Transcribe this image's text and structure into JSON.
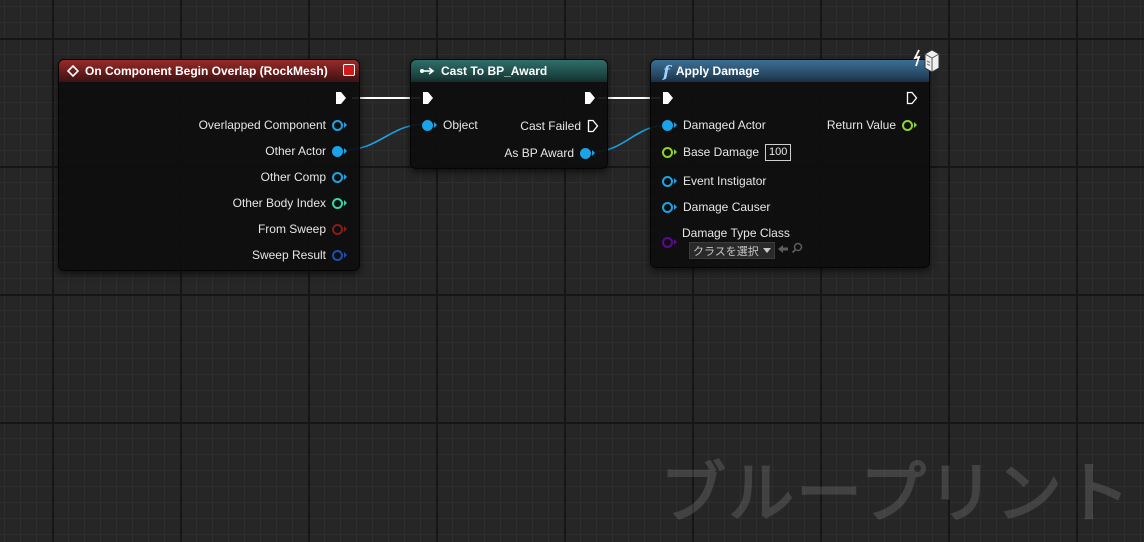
{
  "nodes": {
    "overlap": {
      "title": "On Component Begin Overlap (RockMesh)",
      "pins": {
        "overlapped_component": "Overlapped Component",
        "other_actor": "Other Actor",
        "other_comp": "Other Comp",
        "other_body_index": "Other Body Index",
        "from_sweep": "From Sweep",
        "sweep_result": "Sweep Result"
      }
    },
    "cast": {
      "title": "Cast To BP_Award",
      "pins": {
        "object": "Object",
        "cast_failed": "Cast Failed",
        "as_bp_award": "As BP Award"
      }
    },
    "apply_damage": {
      "title": "Apply Damage",
      "function_glyph": "f",
      "pins": {
        "damaged_actor": "Damaged Actor",
        "base_damage": "Base Damage",
        "base_damage_value": "100",
        "event_instigator": "Event Instigator",
        "damage_causer": "Damage Causer",
        "damage_type_class": "Damage Type Class",
        "class_select_placeholder": "クラスを選択",
        "return_value": "Return Value"
      }
    }
  },
  "watermark": "ブループリント",
  "icons": [
    "event-diamond-icon",
    "close-square-icon",
    "cast-arrow-icon",
    "function-icon",
    "server-cube-icon",
    "use-selected-arrow-icon",
    "browse-search-icon",
    "chevron-down-icon"
  ],
  "colors": {
    "exec": "#ffffff",
    "object": "#1aa3e8",
    "integer": "#2ed8a8",
    "bool": "#8a1b1b",
    "struct": "#1a4fb0",
    "float": "#8cd62a",
    "class": "#5a0a8f",
    "event_header": "#8b2525",
    "cast_header": "#2a5f5c",
    "function_header": "#2f5878"
  }
}
